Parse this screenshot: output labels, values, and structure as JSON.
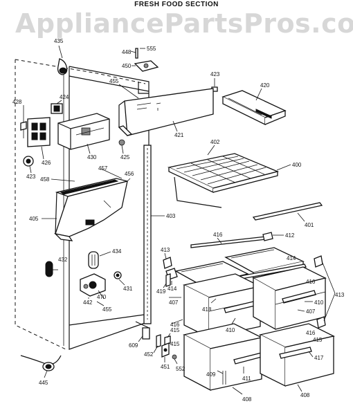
{
  "title": "FRESH FOOD SECTION",
  "watermark": "AppliancePartsPros.com",
  "labels": {
    "p435": "435",
    "p448": "448",
    "p555": "555",
    "p450": "450",
    "p424": "424",
    "p423a": "423",
    "p420": "420",
    "p455a": "455",
    "p428": "428",
    "p426": "426",
    "p430": "430",
    "p421": "421",
    "p425": "425",
    "p423b": "423",
    "p402": "402",
    "p400": "400",
    "p457": "457",
    "p458": "458",
    "p456": "456",
    "p405": "405",
    "p403": "403",
    "p401": "401",
    "p416a": "416",
    "p412": "412",
    "p413a": "413",
    "p414a": "414",
    "p434": "434",
    "p432": "432",
    "p419": "419",
    "p414b": "414",
    "p416b": "416",
    "p413b": "413",
    "p431": "431",
    "p442": "442",
    "p470": "470",
    "p455b": "455",
    "p407a": "407",
    "p418": "418",
    "p410a": "410",
    "p410b": "410",
    "p407b": "407",
    "p416c": "416",
    "p416d": "416",
    "p415a": "415",
    "p609": "609",
    "p452": "452",
    "p415b": "415",
    "p415c": "415",
    "p417": "417",
    "p451": "451",
    "p552": "552",
    "p409": "409",
    "p411": "411",
    "p445": "445",
    "p408a": "408",
    "p408b": "408"
  }
}
